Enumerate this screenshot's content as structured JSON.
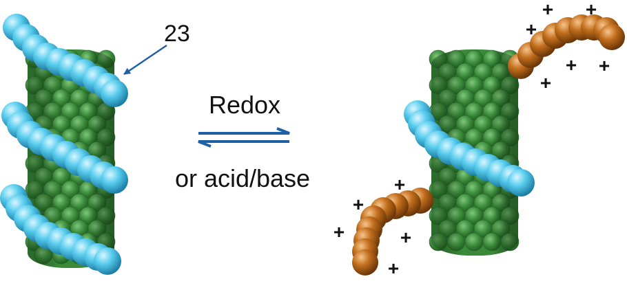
{
  "labels": {
    "number": "23",
    "top": "Redox",
    "bottom": "or acid/base"
  },
  "colors": {
    "nanotube": "#2f7d32",
    "polymer_neutral": "#49c3e6",
    "polymer_charged": "#b8661a",
    "number_red": "#e3262a",
    "arrow_blue": "#1f5fa8"
  },
  "charge_symbol": "+"
}
